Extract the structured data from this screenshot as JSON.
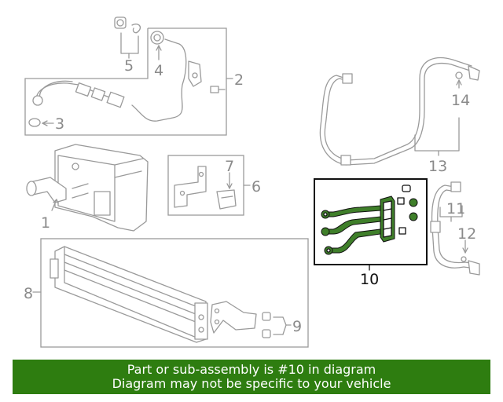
{
  "callouts": {
    "c1": "1",
    "c2": "2",
    "c3": "3",
    "c4": "4",
    "c5": "5",
    "c6": "6",
    "c7": "7",
    "c8": "8",
    "c9": "9",
    "c10": "10",
    "c11": "11",
    "c12": "12",
    "c13": "13",
    "c14": "14"
  },
  "highlight_color": "#3f7f2a",
  "banner": {
    "background": "#2e7d10",
    "line1": "Part or sub-assembly is #10 in diagram",
    "line2": "Diagram may not be specific to your vehicle"
  }
}
